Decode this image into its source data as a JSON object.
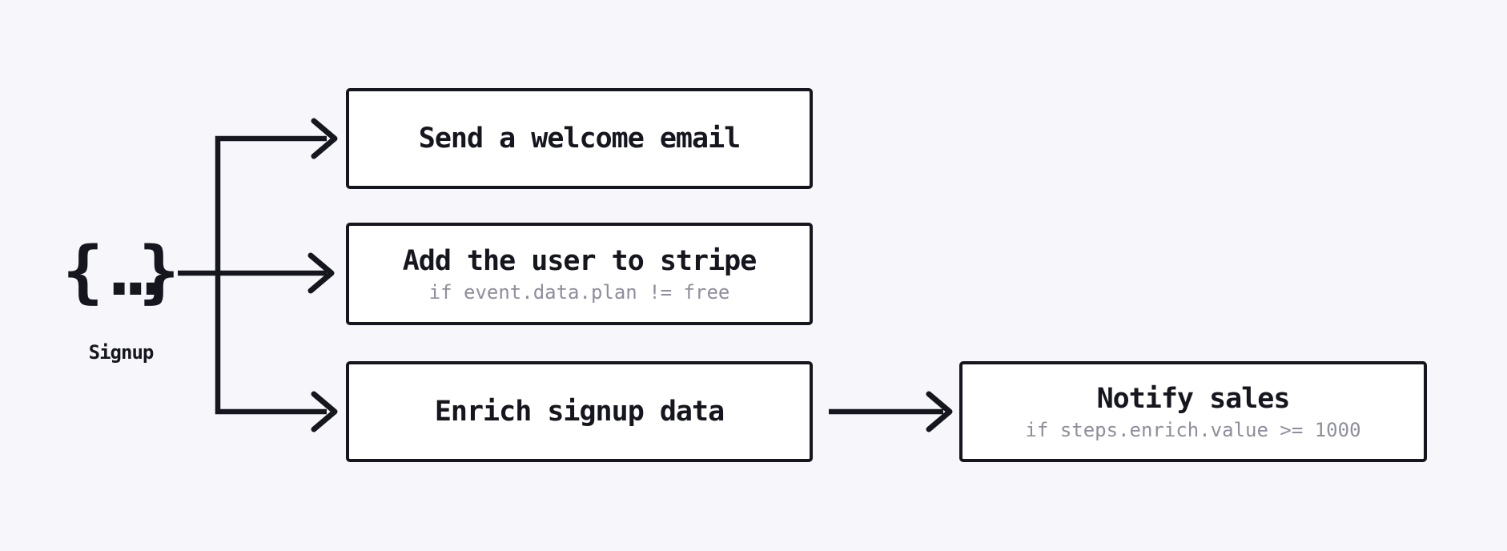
{
  "colors": {
    "background": "#f7f7fb",
    "ink": "#16161f",
    "box_background": "#ffffff",
    "muted_text": "#8e8e9d"
  },
  "trigger": {
    "icon_brace_left": "{",
    "icon_dots": "...",
    "icon_brace_right": "}",
    "label": "Signup"
  },
  "steps": [
    {
      "title": "Send a welcome email"
    },
    {
      "title": "Add the user to stripe",
      "condition": "if event.data.plan != free"
    },
    {
      "title": "Enrich signup data"
    },
    {
      "title": "Notify sales",
      "condition": "if steps.enrich.value >= 1000"
    }
  ]
}
